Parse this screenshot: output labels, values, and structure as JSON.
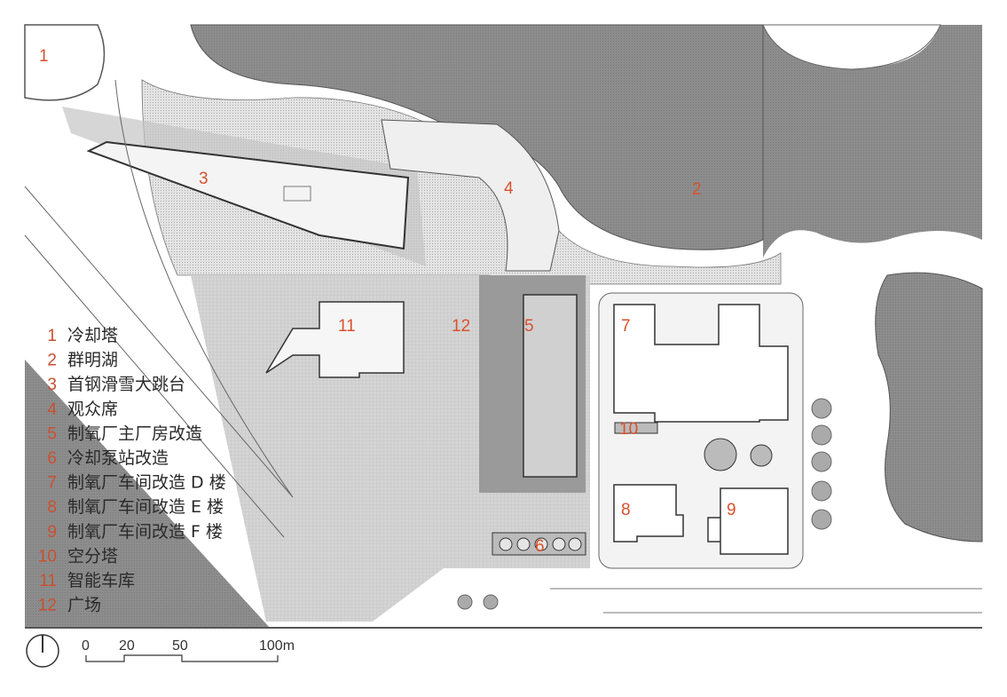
{
  "map_labels": [
    "1",
    "2",
    "3",
    "4",
    "5",
    "6",
    "7",
    "8",
    "9",
    "10",
    "11",
    "12"
  ],
  "legend": [
    {
      "num": "1",
      "name": "冷却塔"
    },
    {
      "num": "2",
      "name": "群明湖"
    },
    {
      "num": "3",
      "name": "首钢滑雪大跳台"
    },
    {
      "num": "4",
      "name": "观众席"
    },
    {
      "num": "5",
      "name": "制氧厂主厂房改造"
    },
    {
      "num": "6",
      "name": "冷却泵站改造"
    },
    {
      "num": "7",
      "name": "制氧厂车间改造 D 楼"
    },
    {
      "num": "8",
      "name": "制氧厂车间改造 E 楼"
    },
    {
      "num": "9",
      "name": "制氧厂车间改造 F 楼"
    },
    {
      "num": "10",
      "name": "空分塔"
    },
    {
      "num": "11",
      "name": "智能车库"
    },
    {
      "num": "12",
      "name": "广场"
    }
  ],
  "scale_bar": {
    "ticks": [
      "0",
      "20",
      "50",
      "100m"
    ]
  },
  "colors": {
    "label": "#d9512c",
    "water": "#8f8f8f",
    "paving": "#c9c9c9",
    "building": "#f7f7f7"
  }
}
